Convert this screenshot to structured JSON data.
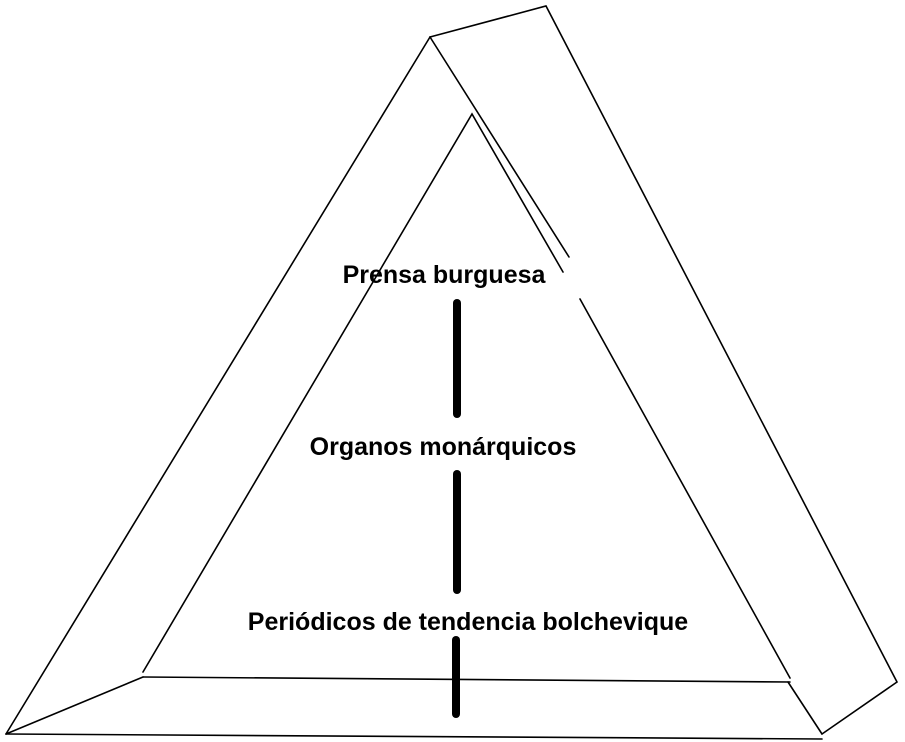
{
  "diagram": {
    "labels": {
      "top": "Prensa burguesa",
      "middle": "Organos monárquicos",
      "bottom": "Periódicos de tendencia bolchevique"
    }
  }
}
